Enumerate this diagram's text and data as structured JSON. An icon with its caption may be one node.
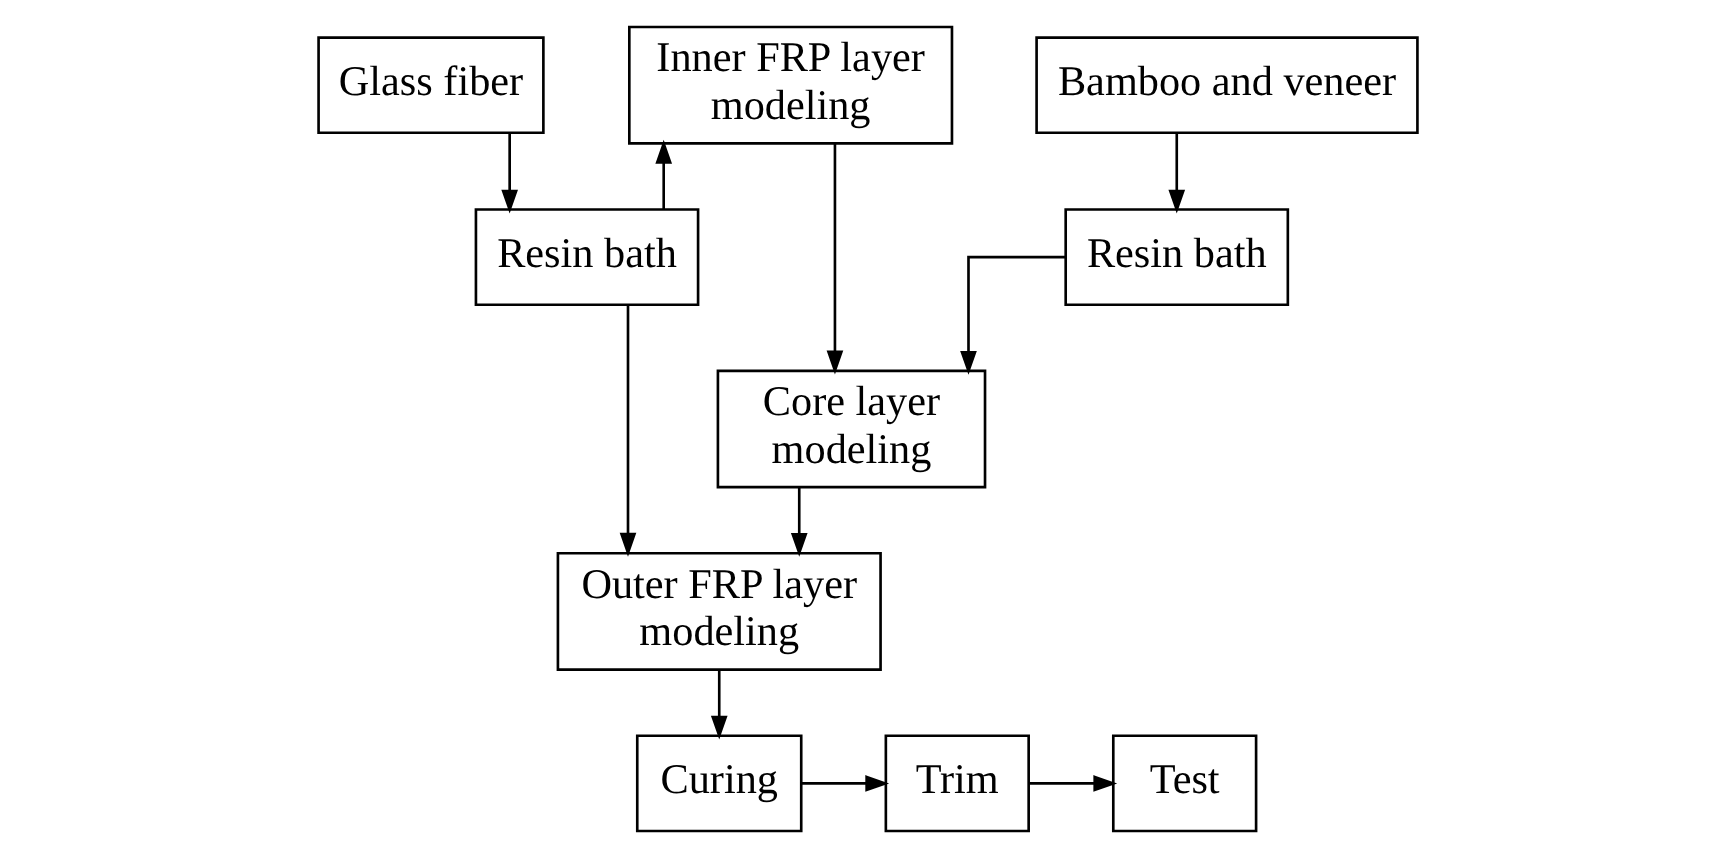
{
  "diagram": {
    "nodes": [
      {
        "text": [
          "Glass fiber"
        ]
      },
      {
        "text": [
          "Inner FRP layer modeling"
        ]
      },
      {
        "text": [
          "Bamboo and veneer"
        ]
      },
      {
        "text": [
          "Resin bath"
        ]
      },
      {
        "text": [
          "Resin bath"
        ]
      },
      {
        "text": [
          "Core layer modeling"
        ]
      },
      {
        "text": [
          "Outer FRP layer modeling"
        ]
      },
      {
        "text": [
          "Curing"
        ]
      },
      {
        "text": [
          "Trim"
        ]
      },
      {
        "text": [
          "Test"
        ]
      }
    ],
    "edges": [
      {
        "from": 0,
        "to": 3,
        "arrow": "to"
      },
      {
        "from": 3,
        "to": 1,
        "arrow": "to"
      },
      {
        "from": 3,
        "to": 6,
        "arrow": "to"
      },
      {
        "from": 2,
        "to": 4,
        "arrow": "to"
      },
      {
        "from": 1,
        "to": 5,
        "arrow": "to"
      },
      {
        "from": 4,
        "to": 5,
        "arrow": "to"
      },
      {
        "from": 5,
        "to": 6,
        "arrow": "to"
      },
      {
        "from": 6,
        "to": 7,
        "arrow": "to"
      },
      {
        "from": 7,
        "to": 8,
        "arrow": "to"
      },
      {
        "from": 8,
        "to": 9,
        "arrow": "to"
      }
    ]
  }
}
